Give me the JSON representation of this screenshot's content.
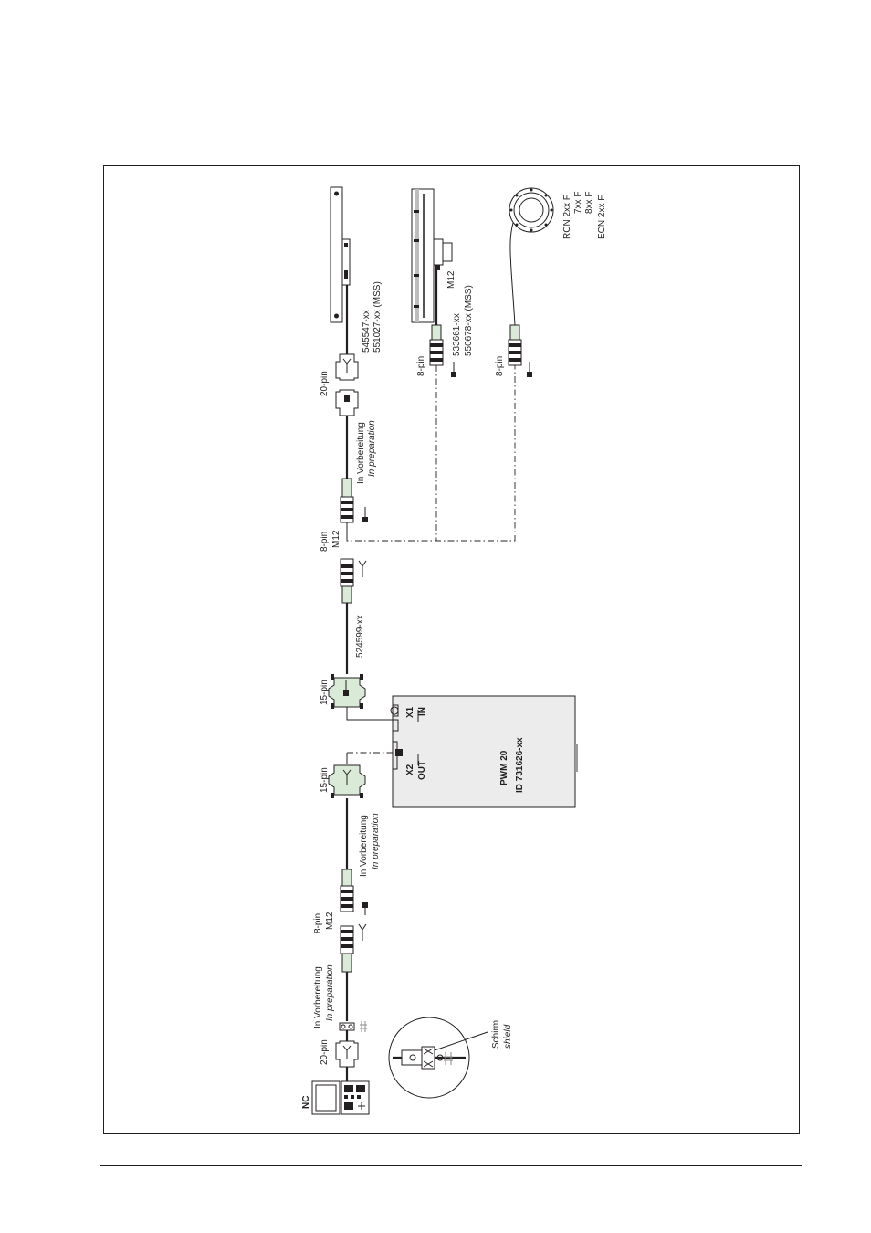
{
  "module": {
    "name": "PWM 20",
    "id": "ID 731626-xx",
    "port_in": {
      "num": "X1",
      "label": "IN"
    },
    "port_out": {
      "num": "X2",
      "label": "OUT"
    }
  },
  "nc": {
    "label": "NC"
  },
  "top_chain": {
    "pin15": "15-pin",
    "cable_id": "524599-xx",
    "pin8": "8-pin",
    "m12": "M12",
    "prep_de": "In Vorbereitung",
    "prep_en": "In preparation",
    "pin20": "20-pin"
  },
  "encoders": {
    "linear1": {
      "line1": "545547-xx",
      "line2": "551027-xx (MSS)"
    },
    "linear2": {
      "pin": "8-pin",
      "m12": "M12",
      "line1": "533661-xx",
      "line2": "550678-xx (MSS)"
    },
    "rotary": {
      "pin": "8-pin",
      "models": [
        "RCN 2xx F",
        "7xx F",
        "8xx F",
        "ECN 2xx F"
      ]
    }
  },
  "bottom_chain": {
    "pin15": "15-pin",
    "prep_de": "In Vorbereitung",
    "prep_en": "In preparation",
    "pin8": "8-pin",
    "m12": "M12",
    "prep2_de": "In Vorbereitung",
    "prep2_en": "In preparation",
    "pin20": "20-pin"
  },
  "shield": {
    "de": "Schirm",
    "en": "shield"
  }
}
